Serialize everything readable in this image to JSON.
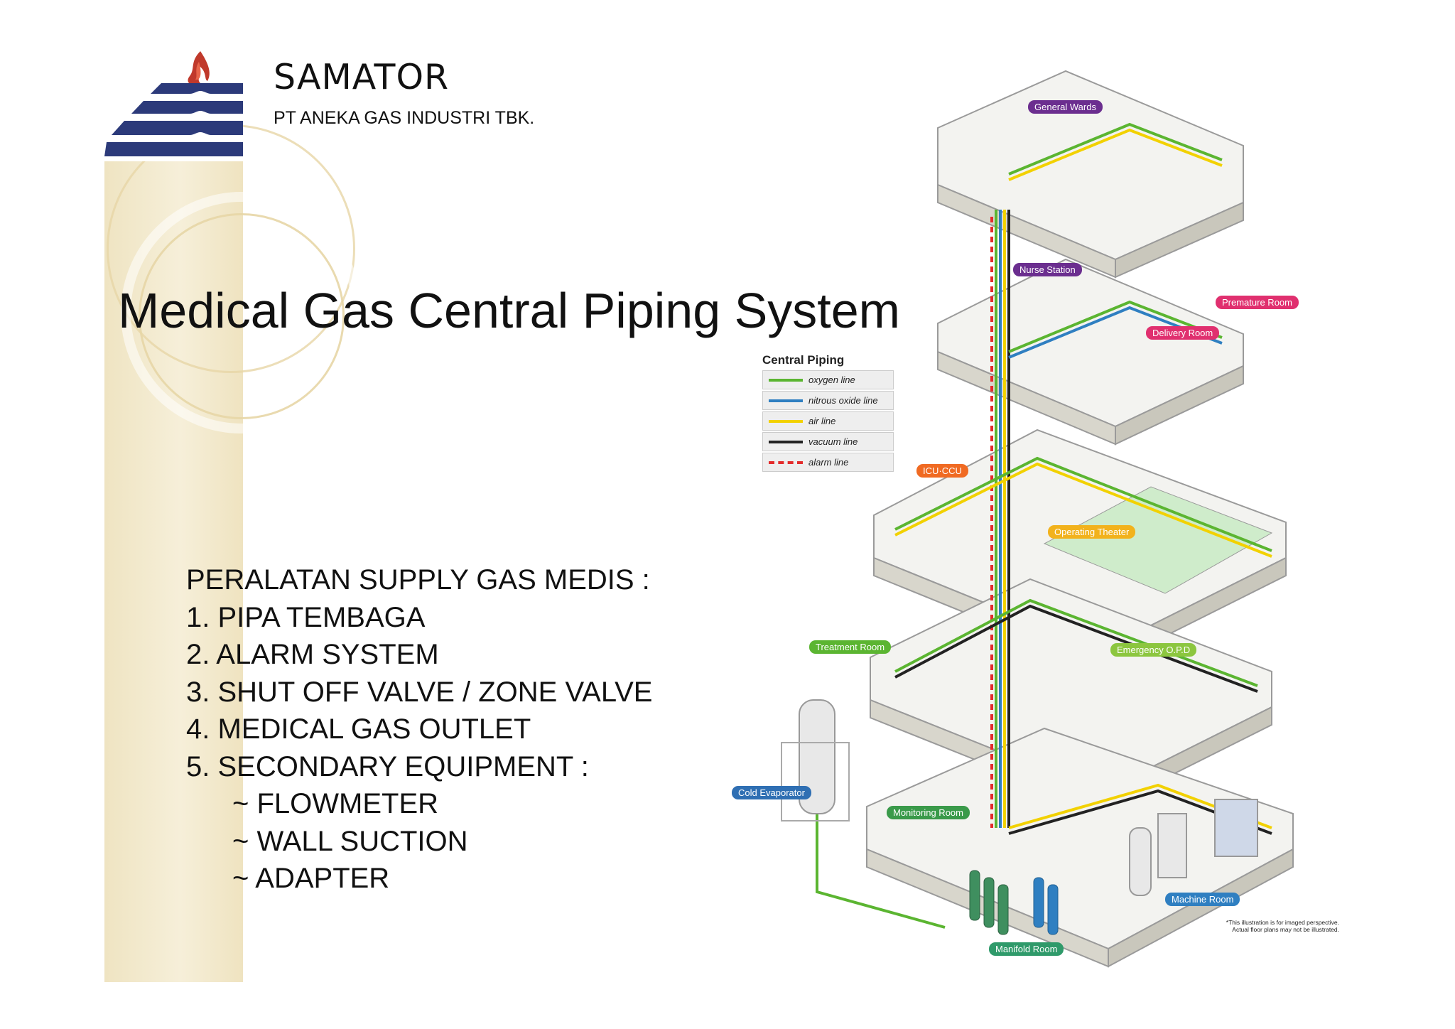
{
  "brand": {
    "name": "SAMATOR",
    "company": "PT ANEKA GAS INDUSTRI TBK."
  },
  "slide": {
    "title": "Medical Gas Central Piping System",
    "list_heading": "PERALATAN SUPPLY GAS MEDIS :",
    "items": [
      "1. PIPA TEMBAGA",
      "2. ALARM SYSTEM",
      "3. SHUT OFF VALVE / ZONE VALVE",
      "4. MEDICAL GAS OUTLET",
      "5. SECONDARY EQUIPMENT :"
    ],
    "sub_items": [
      "~ FLOWMETER",
      "~ WALL SUCTION",
      "~ ADAPTER"
    ]
  },
  "illustration": {
    "legend": {
      "title": "Central Piping",
      "entries": [
        {
          "label": "oxygen line",
          "color": "#5bb531",
          "style": "solid"
        },
        {
          "label": "nitrous oxide line",
          "color": "#2f7fc1",
          "style": "solid"
        },
        {
          "label": "air line",
          "color": "#f2d100",
          "style": "solid"
        },
        {
          "label": "vacuum line",
          "color": "#222222",
          "style": "solid"
        },
        {
          "label": "alarm line",
          "color": "#e32b2b",
          "style": "dashed"
        }
      ]
    },
    "rooms": {
      "general_wards": {
        "label": "General Wards",
        "color": "#6b2e8f"
      },
      "nurse_station": {
        "label": "Nurse Station",
        "color": "#6b2e8f"
      },
      "premature_room": {
        "label": "Premature Room",
        "color": "#e0306f"
      },
      "delivery_room": {
        "label": "Delivery Room",
        "color": "#e0306f"
      },
      "icu_ccu": {
        "label": "ICU·CCU",
        "color": "#f06a22"
      },
      "operating_theater": {
        "label": "Operating Theater",
        "color": "#f2b21c"
      },
      "treatment_room": {
        "label": "Treatment Room",
        "color": "#5bb531"
      },
      "emergency_opd": {
        "label": "Emergency O.P.D",
        "color": "#8cc63f"
      },
      "cold_evaporator": {
        "label": "Cold Evaporator",
        "color": "#2f6fb3"
      },
      "monitoring_room": {
        "label": "Monitoring Room",
        "color": "#3a9a4a"
      },
      "machine_room": {
        "label": "Machine Room",
        "color": "#2f7fc1"
      },
      "manifold_room": {
        "label": "Manifold Room",
        "color": "#2f9a6a"
      }
    },
    "footnote": [
      "*This illustration is for imaged perspective.",
      "Actual floor plans may not be illustrated."
    ]
  }
}
